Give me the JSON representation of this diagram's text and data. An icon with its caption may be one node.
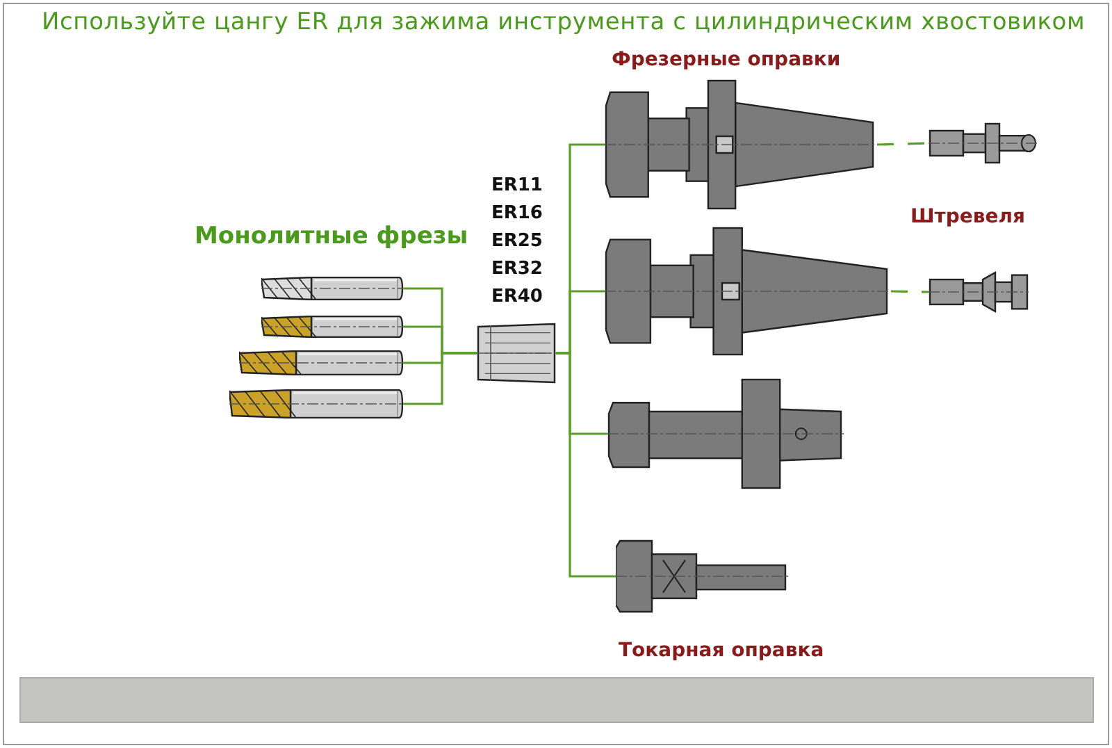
{
  "diagram": {
    "title": "Используйте цангу ER для зажима инструмента с цилиндрическим хвостовиком",
    "nodes": [
      {
        "text": [],
        "shape": "picture"
      },
      {
        "text": [],
        "shape": "picture"
      },
      {
        "text": [],
        "shape": "picture"
      },
      {
        "text": [],
        "shape": "picture"
      },
      {
        "text": [],
        "shape": "picture",
        "beside": [
          "ER11",
          "ER16",
          "ER25",
          "ER32",
          "ER40"
        ]
      },
      {
        "text": [],
        "shape": "picture"
      },
      {
        "text": [],
        "shape": "picture"
      },
      {
        "text": [],
        "shape": "picture"
      },
      {
        "text": [],
        "shape": "picture"
      },
      {
        "text": [],
        "shape": "picture"
      },
      {
        "text": [],
        "shape": "picture"
      }
    ],
    "edges": [
      {
        "from": 0,
        "to": 4,
        "arrow": "none"
      },
      {
        "from": 1,
        "to": 4,
        "arrow": "none"
      },
      {
        "from": 2,
        "to": 4,
        "arrow": "none"
      },
      {
        "from": 3,
        "to": 4,
        "arrow": "none"
      },
      {
        "from": 4,
        "to": 5,
        "arrow": "none"
      },
      {
        "from": 4,
        "to": 6,
        "arrow": "none"
      },
      {
        "from": 4,
        "to": 7,
        "arrow": "none"
      },
      {
        "from": 4,
        "to": 8,
        "arrow": "none"
      },
      {
        "from": 5,
        "to": 9,
        "arrow": "none",
        "style": "dashed"
      },
      {
        "from": 6,
        "to": 10,
        "arrow": "none",
        "style": "dashed"
      }
    ],
    "labels": [
      "Фрезерные оправки",
      "Штревеля",
      "Монолитные фрезы",
      "Токарная оправка"
    ]
  }
}
